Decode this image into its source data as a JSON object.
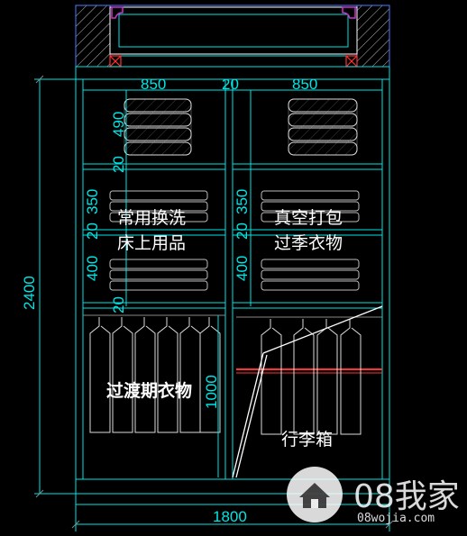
{
  "dimensions": {
    "top_left_width": "850",
    "top_gap": "20",
    "top_right_width": "850",
    "folded_height": "490",
    "shelf_thickness_1": "20",
    "compartment_1_left": "350",
    "shelf_thickness_2": "20",
    "compartment_2_left": "400",
    "shelf_thickness_3": "20",
    "compartment_1_right": "350",
    "shelf_thickness_4": "20",
    "compartment_2_right": "400",
    "hanging_height": "1000",
    "total_height": "2400",
    "total_width": "1800"
  },
  "labels": {
    "left_shelf_line1": "常用换洗",
    "left_shelf_line2": "床上用品",
    "right_shelf_line1": "真空打包",
    "right_shelf_line2": "过季衣物",
    "left_hanging": "过渡期衣物",
    "right_hanging": "行李箱"
  },
  "watermark": {
    "brand": "08我家",
    "url": "08wojia.com"
  },
  "colors": {
    "outline": "#00e5e5",
    "panel_line": "#4a7cff",
    "garment": "#dddddd",
    "accent_red": "#ff3333",
    "magenta": "#cc33cc"
  }
}
